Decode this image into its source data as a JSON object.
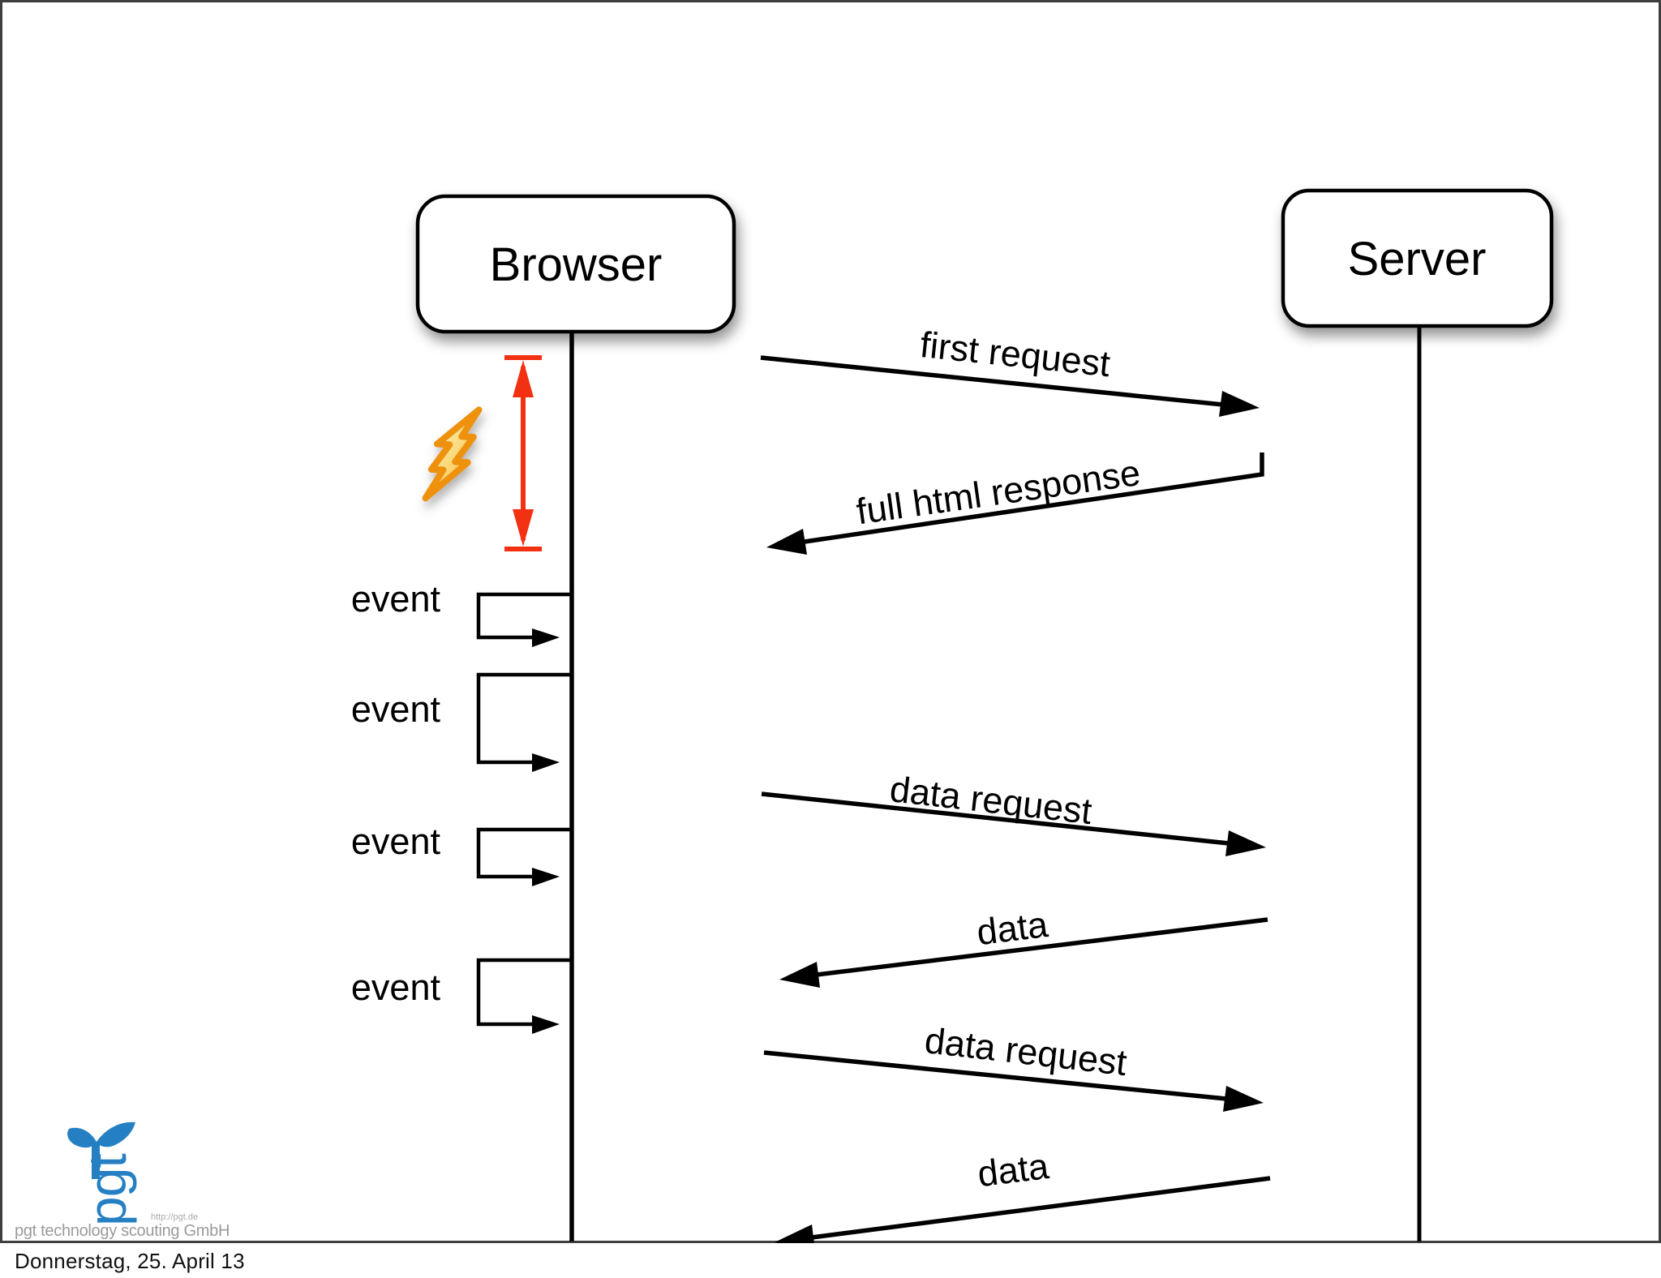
{
  "slide": {
    "actors": [
      {
        "label": "Browser"
      },
      {
        "label": "Server"
      }
    ],
    "messages": [
      {
        "label": "first request",
        "from": "Browser",
        "to": "Server",
        "direction": "right"
      },
      {
        "label": "full html response",
        "from": "Server",
        "to": "Browser",
        "direction": "left"
      },
      {
        "label": "data request",
        "from": "Browser",
        "to": "Server",
        "direction": "right"
      },
      {
        "label": "data",
        "from": "Server",
        "to": "Browser",
        "direction": "left"
      },
      {
        "label": "data request",
        "from": "Browser",
        "to": "Server",
        "direction": "right"
      },
      {
        "label": "data",
        "from": "Server",
        "to": "Browser",
        "direction": "left"
      }
    ],
    "event_labels": [
      "event",
      "event",
      "event",
      "event"
    ],
    "icons": [
      "lightning-icon",
      "latency-measure-arrow",
      "whale-tail-icon"
    ],
    "colors": {
      "line": "#000000",
      "border_gray": "#3f3f3f",
      "latency_red": "#f23112",
      "bolt_orange": "#ee9111",
      "bolt_fill_light": "#fdf3bb",
      "bolt_fill_dark": "#f8c243",
      "logo_blue": "#2580c3",
      "logo_gray": "#9b9b9b"
    }
  },
  "logo": {
    "monogram": "pgt",
    "url": "http://pgt.de",
    "company": "pgt technology scouting GmbH"
  },
  "footer": {
    "date": "Donnerstag, 25. April 13"
  }
}
